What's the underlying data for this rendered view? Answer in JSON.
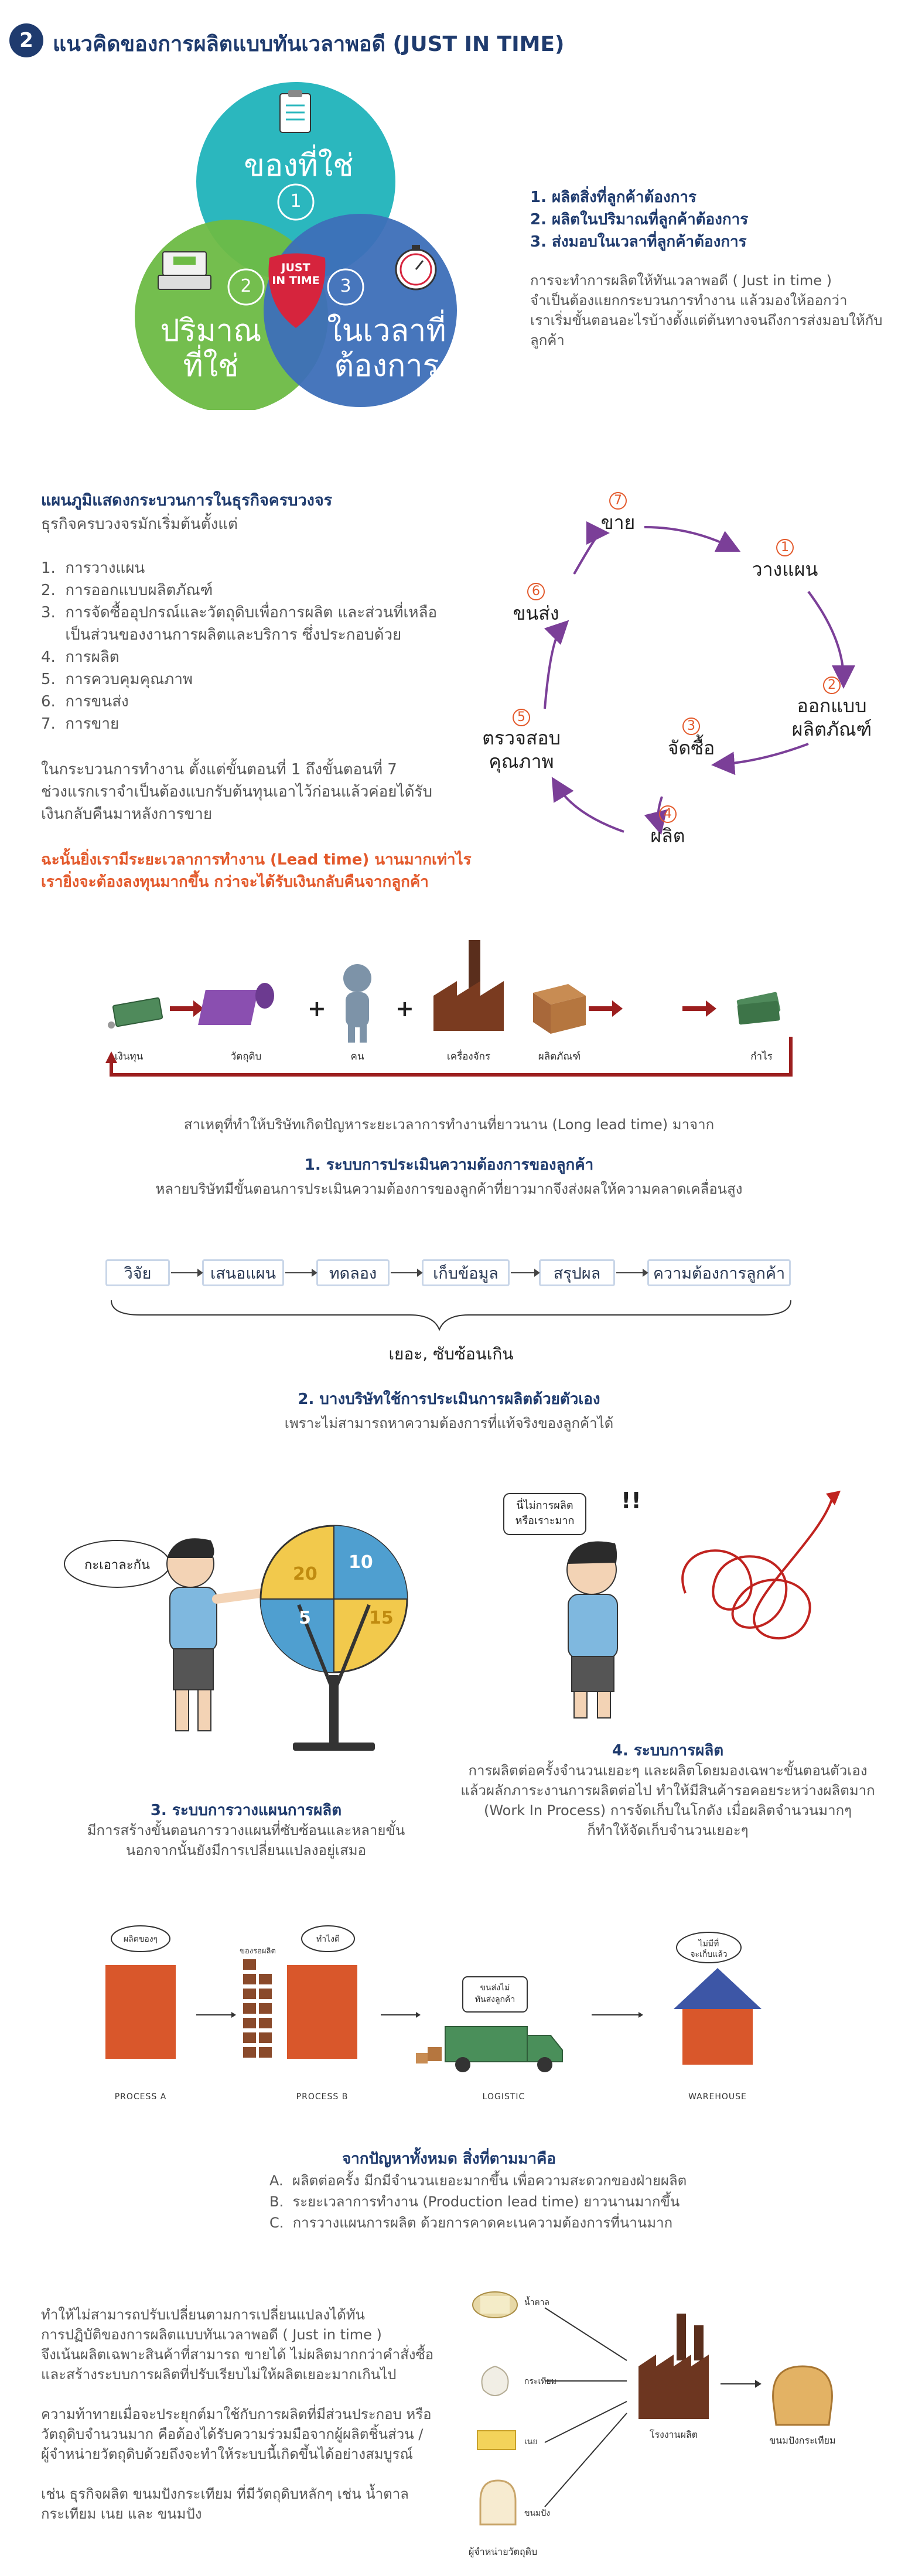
{
  "header": {
    "number": "2",
    "title": "แนวคิดของการผลิตแบบทันเวลาพอดี (JUST IN TIME)"
  },
  "venn": {
    "circle_right_item": "ของที่ใช่",
    "circle_amount": "ปริมาณ\nที่ใช่",
    "circle_time": "ในเวลาที่\nต้องการ",
    "center": "JUST\nIN TIME",
    "num1": "1",
    "num2": "2",
    "num3": "3",
    "colors": {
      "teal": "#2bb7be",
      "green": "#6dbb45",
      "blue": "#3d6fb8",
      "red": "#d6243d"
    }
  },
  "jit_points": [
    "1.  ผลิตสิ่งที่ลูกค้าต้องการ",
    "2.  ผลิตในปริมาณที่ลูกค้าต้องการ",
    "3.  ส่งมอบในเวลาที่ลูกค้าต้องการ"
  ],
  "jit_desc": "การจะทำการผลิตให้ทันเวลาพอดี ( Just in time )\nจำเป็นต้องแยกกระบวนการทำงาน แล้วมองให้ออกว่า\nเราเริ่มขั้นตอนอะไรบ้างตั้งแต่ต้นทางจนถึงการส่งมอบให้กับลูกค้า",
  "cycle_section": {
    "heading": "แผนภูมิแสดงกระบวนการในธุรกิจครบวงจร",
    "sub": "ธุรกิจครบวงจรมักเริ่มต้นตั้งแต่",
    "steps": [
      "1.  การวางแผน",
      "2.  การออกแบบผลิตภัณฑ์",
      "3.  การจัดซื้ออุปกรณ์และวัตถุดิบเพื่อการผลิต และส่วนที่เหลือ",
      "     เป็นส่วนของงานการผลิตและบริการ ซึ่งประกอบด้วย",
      "4.  การผลิต",
      "5.  การควบคุมคุณภาพ",
      "6.  การขนส่ง",
      "7.  การขาย"
    ],
    "para": "ในกระบวนการทำงาน ตั้งแต่ขั้นตอนที่ 1 ถึงขั้นตอนที่ 7\nช่วงแรกเราจำเป็นต้องแบกรับต้นทุนเอาไว้ก่อนแล้วค่อยได้รับ\nเงินกลับคืนมาหลังการขาย",
    "highlight": "ฉะนั้นยิ่งเรามีระยะเวลาการทำงาน (Lead time) นานมากเท่าไร\nเรายิ่งจะต้องลงทุนมากขึ้น กว่าจะได้รับเงินกลับคืนจากลูกค้า"
  },
  "cycle_diagram": [
    {
      "num": "7",
      "label": "ขาย"
    },
    {
      "num": "1",
      "label": "วางแผน"
    },
    {
      "num": "2",
      "label": "ออกแบบ\nผลิตภัณฑ์"
    },
    {
      "num": "3",
      "label": "จัดซื้อ"
    },
    {
      "num": "4",
      "label": "ผลิต"
    },
    {
      "num": "5",
      "label": "ตรวจสอบ\nคุณภาพ"
    },
    {
      "num": "6",
      "label": "ขนส่ง"
    }
  ],
  "flow": {
    "items": [
      "เงินทุน",
      "วัตถุดิบ",
      "คน",
      "เครื่องจักร",
      "ผลิตภัณฑ์",
      "กำไร"
    ],
    "plus": "+",
    "caption": "สาเหตุที่ทำให้บริษัทเกิดปัญหาระยะเวลาการทำงานที่ยาวนาน (Long lead time) มาจาก"
  },
  "sec1": {
    "title": "1. ระบบการประเมินความต้องการของลูกค้า",
    "desc": "หลายบริษัทมีขั้นตอนการประเมินความต้องการของลูกค้าที่ยาวมากจึงส่งผลให้ความคลาดเคลื่อนสูง",
    "boxes": [
      "วิจัย",
      "เสนอแผน",
      "ทดลอง",
      "เก็บข้อมูล",
      "สรุปผล",
      "ความต้องการลูกค้า"
    ],
    "brace_label": "เยอะ, ซับซ้อนเกิน"
  },
  "sec2": {
    "title": "2. บางบริษัทใช้การประเมินการผลิตด้วยตัวเอง",
    "desc": "เพราะไม่สามารถหาความต้องการที่แท้จริงของลูกค้าได้"
  },
  "sec3": {
    "bubble": "กะเอาละกัน",
    "wheel_nums": [
      "10",
      "15",
      "5",
      "20"
    ],
    "title": "3. ระบบการวางแผนการผลิต",
    "desc": "มีการสร้างขั้นตอนการวางแผนที่ซับซ้อนและหลายขั้น\nนอกจากนั้นยังมีการเปลี่ยนแปลงอยู่เสมอ"
  },
  "sec4": {
    "bubble": "นี่ไม่การผลิต\nหรือเราะมาก",
    "exclaim": "!!",
    "title": "4. ระบบการผลิต",
    "desc": "การผลิตต่อครั้งจำนวนเยอะๆ และผลิตโดยมองเฉพาะขั้นตอนตัวเอง\nแล้วผลักภาระงานการผลิตต่อไป ทำให้มีสินค้ารอคอยระหว่างผลิตมาก\n(Work In Process) การจัดเก็บในโกดัง เมื่อผลิตจำนวนมากๆ\nก็ทำให้จัดเก็บจำนวนเยอะๆ"
  },
  "process_strip": {
    "bubble_a": "ผลิตของๆ",
    "bubble_b": "ทำไงดี",
    "label_top": "ของรอผลิต",
    "bubble_truck": "ขนส่งไม่\nทันส่งลูกค้า",
    "bubble_house": "ไม่มีที่\nจะเก็บแล้ว",
    "labels": [
      "PROCESS A",
      "PROCESS B",
      "LOGISTIC",
      "WAREHOUSE"
    ]
  },
  "summary": {
    "title": "จากปัญหาทั้งหมด สิ่งที่ตามมาคือ",
    "lines": [
      "A.  ผลิตต่อครั้ง มีกมีจำนวนเยอะมากขึ้น เพื่อความสะดวกของฝ่ายผลิต",
      "B.  ระยะเวลาการทำงาน (Production lead time) ยาวนานมากขึ้น",
      "C.  การวางแผนการผลิต ด้วยการคาดคะเนความต้องการที่นานมาก"
    ]
  },
  "final": {
    "p1": "ทำให้ไม่สามารถปรับเปลี่ยนตามการเปลี่ยนแปลงได้ทัน\nการปฏิบัติของการผลิตแบบทันเวลาพอดี ( Just in time )\nจึงเน้นผลิตเฉพาะสินค้าที่สามารถ ขายได้ ไม่ผลิตมากกว่าคำสั่งซื้อ\nและสร้างระบบการผลิตที่ปรับเรียบไม่ให้ผลิตเยอะมากเกินไป",
    "p2": "ความท้าทายเมื่อจะประยุกต์มาใช้กับการผลิตที่มีส่วนประกอบ หรือ\nวัตถุดิบจำนวนมาก คือต้องได้รับความร่วมมือจากผู้ผลิตชิ้นส่วน /\nผู้จำหน่ายวัตถุดิบด้วยถึงจะทำให้ระบบนี้เกิดขึ้นได้อย่างสมบูรณ์",
    "p3": "เช่น ธุรกิจผลิต ขนมปังกระเทียม ที่มีวัตถุดิบหลักๆ เช่น น้ำตาล\nกระเทียม เนย และ ขนมปัง",
    "ingredients": [
      "น้ำตาล",
      "กระเทียม",
      "เนย",
      "ขนมปัง"
    ],
    "factory": "โรงงานผลิต",
    "product": "ขนมปังกระเทียม",
    "suppliers": "ผู้จำหน่ายวัตถุดิบ"
  }
}
